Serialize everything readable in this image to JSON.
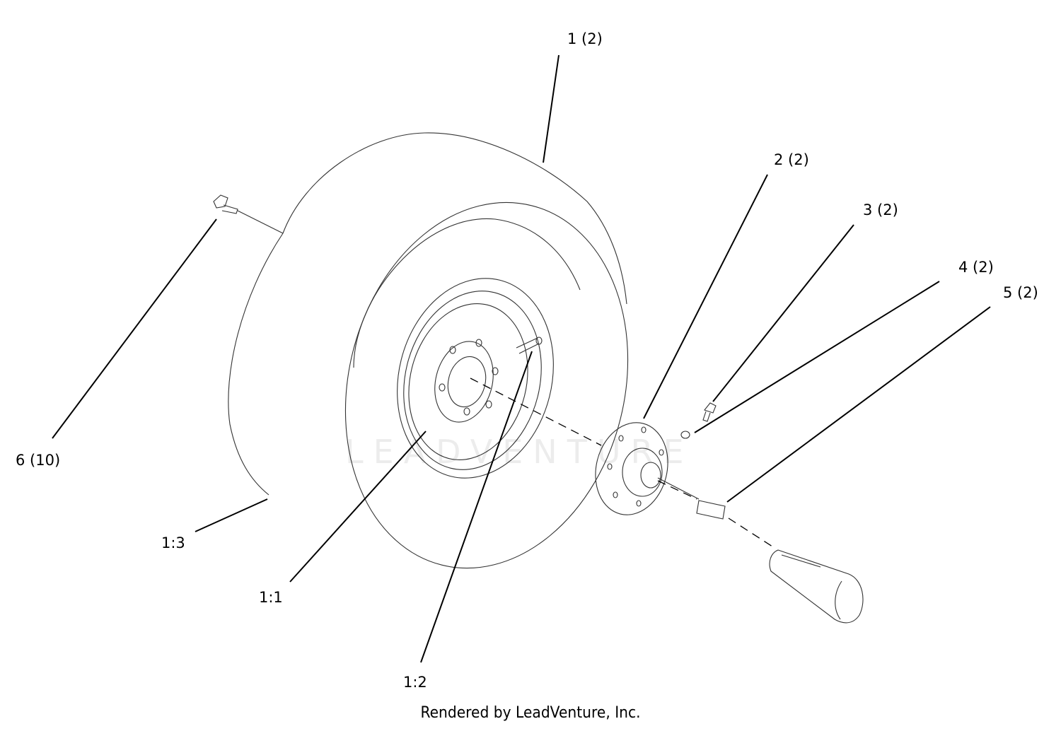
{
  "callouts": [
    {
      "id": "1",
      "text": "1 (2)"
    },
    {
      "id": "2",
      "text": "2 (2)"
    },
    {
      "id": "3",
      "text": "3 (2)"
    },
    {
      "id": "4",
      "text": "4 (2)"
    },
    {
      "id": "5",
      "text": "5 (2)"
    },
    {
      "id": "6",
      "text": "6 (10)"
    },
    {
      "id": "1:1",
      "text": "1:1"
    },
    {
      "id": "1:2",
      "text": "1:2"
    },
    {
      "id": "1:3",
      "text": "1:3"
    }
  ],
  "watermark": "LEADVENTURE",
  "footer": "Rendered by LeadVenture, Inc."
}
